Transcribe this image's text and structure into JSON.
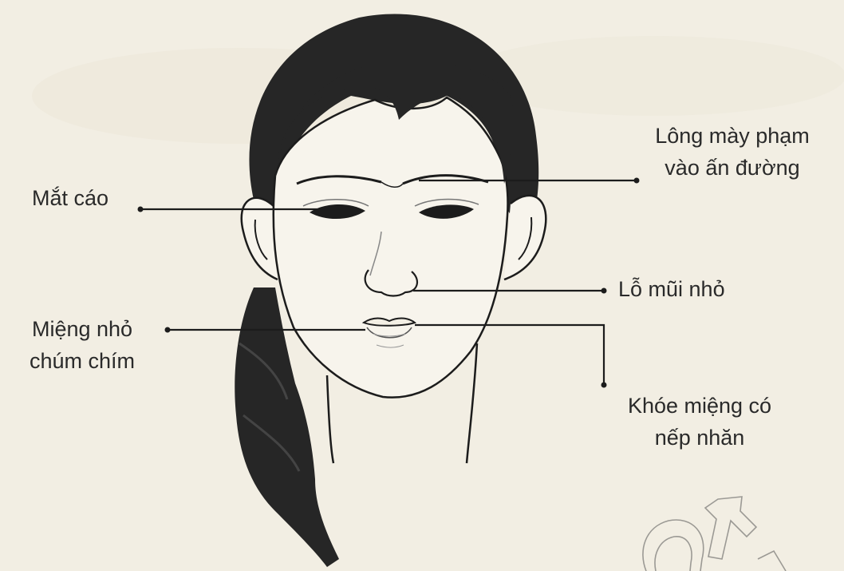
{
  "colors": {
    "paper": "#f2eee3",
    "ink": "#1c1c1c",
    "hair": "#262626",
    "skin": "#f7f4ec"
  },
  "labels": {
    "eyebrows": {
      "line1": "Lông mày phạm",
      "line2": "vào ấn đường"
    },
    "eyes": {
      "line1": "Mắt cáo"
    },
    "nostrils": {
      "line1": "Lỗ mũi nhỏ"
    },
    "mouth": {
      "line1": "Miệng nhỏ",
      "line2": "chúm chím"
    },
    "mouth_corners": {
      "line1": "Khóe miệng có",
      "line2": "nếp nhăn"
    }
  },
  "watermark_icon": "outlined-letters-watermark"
}
